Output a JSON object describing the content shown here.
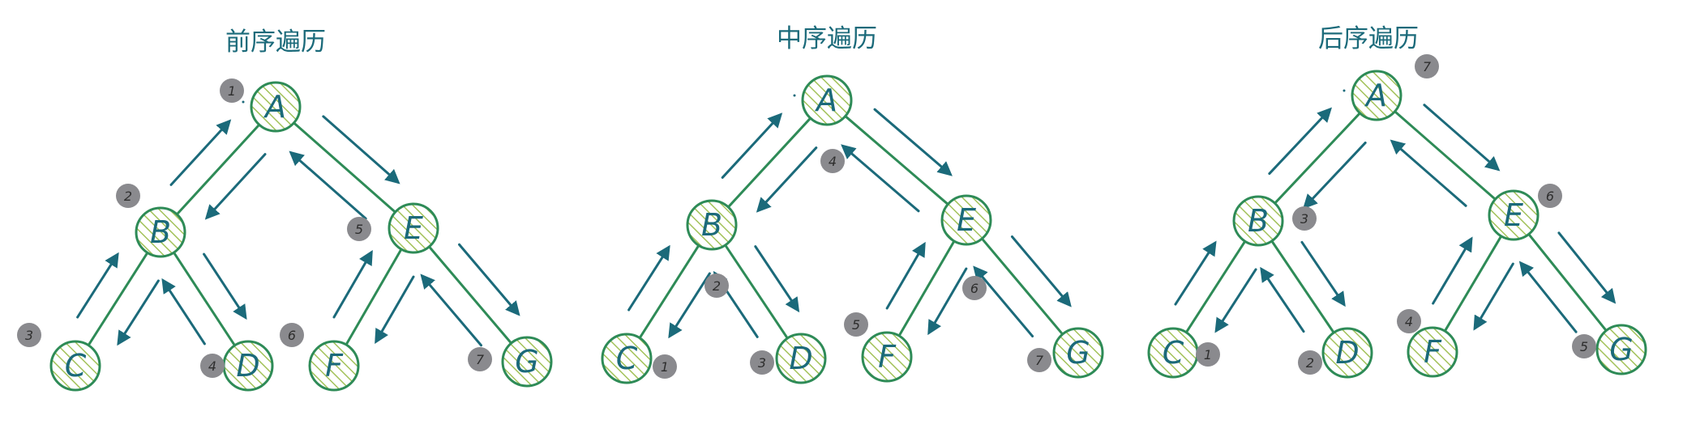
{
  "colors": {
    "text": "#1b6a7a",
    "edge": "#2e8b57",
    "hatch": "#a3c25a",
    "badge": "#8a8a8e"
  },
  "diagrams": [
    {
      "title": "前序遍历",
      "nodes": [
        {
          "id": "A",
          "label": "A",
          "step": "1"
        },
        {
          "id": "B",
          "label": "B",
          "step": "2"
        },
        {
          "id": "C",
          "label": "C",
          "step": "3"
        },
        {
          "id": "D",
          "label": "D",
          "step": "4"
        },
        {
          "id": "E",
          "label": "E",
          "step": "5"
        },
        {
          "id": "F",
          "label": "F",
          "step": "6"
        },
        {
          "id": "G",
          "label": "G",
          "step": "7"
        }
      ]
    },
    {
      "title": "中序遍历",
      "nodes": [
        {
          "id": "A",
          "label": "A",
          "step": "4"
        },
        {
          "id": "B",
          "label": "B",
          "step": "2"
        },
        {
          "id": "C",
          "label": "C",
          "step": "1"
        },
        {
          "id": "D",
          "label": "D",
          "step": "3"
        },
        {
          "id": "E",
          "label": "E",
          "step": "6"
        },
        {
          "id": "F",
          "label": "F",
          "step": "5"
        },
        {
          "id": "G",
          "label": "G",
          "step": "7"
        }
      ]
    },
    {
      "title": "后序遍历",
      "nodes": [
        {
          "id": "A",
          "label": "A",
          "step": "7"
        },
        {
          "id": "B",
          "label": "B",
          "step": "3"
        },
        {
          "id": "C",
          "label": "C",
          "step": "1"
        },
        {
          "id": "D",
          "label": "D",
          "step": "2"
        },
        {
          "id": "E",
          "label": "E",
          "step": "6"
        },
        {
          "id": "F",
          "label": "F",
          "step": "4"
        },
        {
          "id": "G",
          "label": "G",
          "step": "5"
        }
      ]
    }
  ]
}
